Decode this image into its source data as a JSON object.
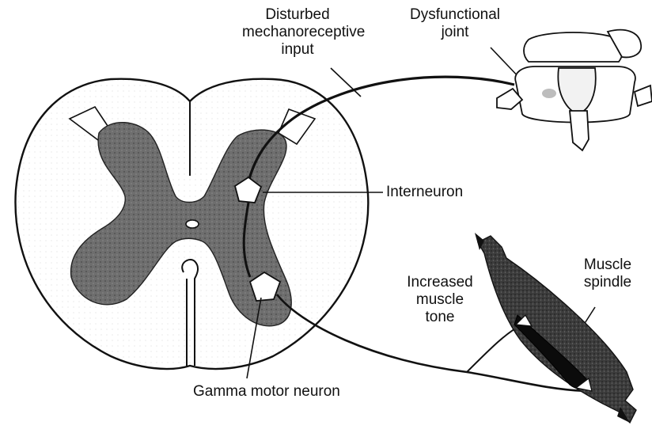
{
  "labels": {
    "disturbed_input": [
      "Disturbed",
      "mechanoreceptive",
      "input"
    ],
    "dysfunctional_joint": [
      "Dysfunctional",
      "joint"
    ],
    "interneuron": "Interneuron",
    "increased_tone": [
      "Increased",
      "muscle",
      "tone"
    ],
    "muscle_spindle": [
      "Muscle",
      "spindle"
    ],
    "gamma_motor_neuron": "Gamma motor neuron"
  }
}
